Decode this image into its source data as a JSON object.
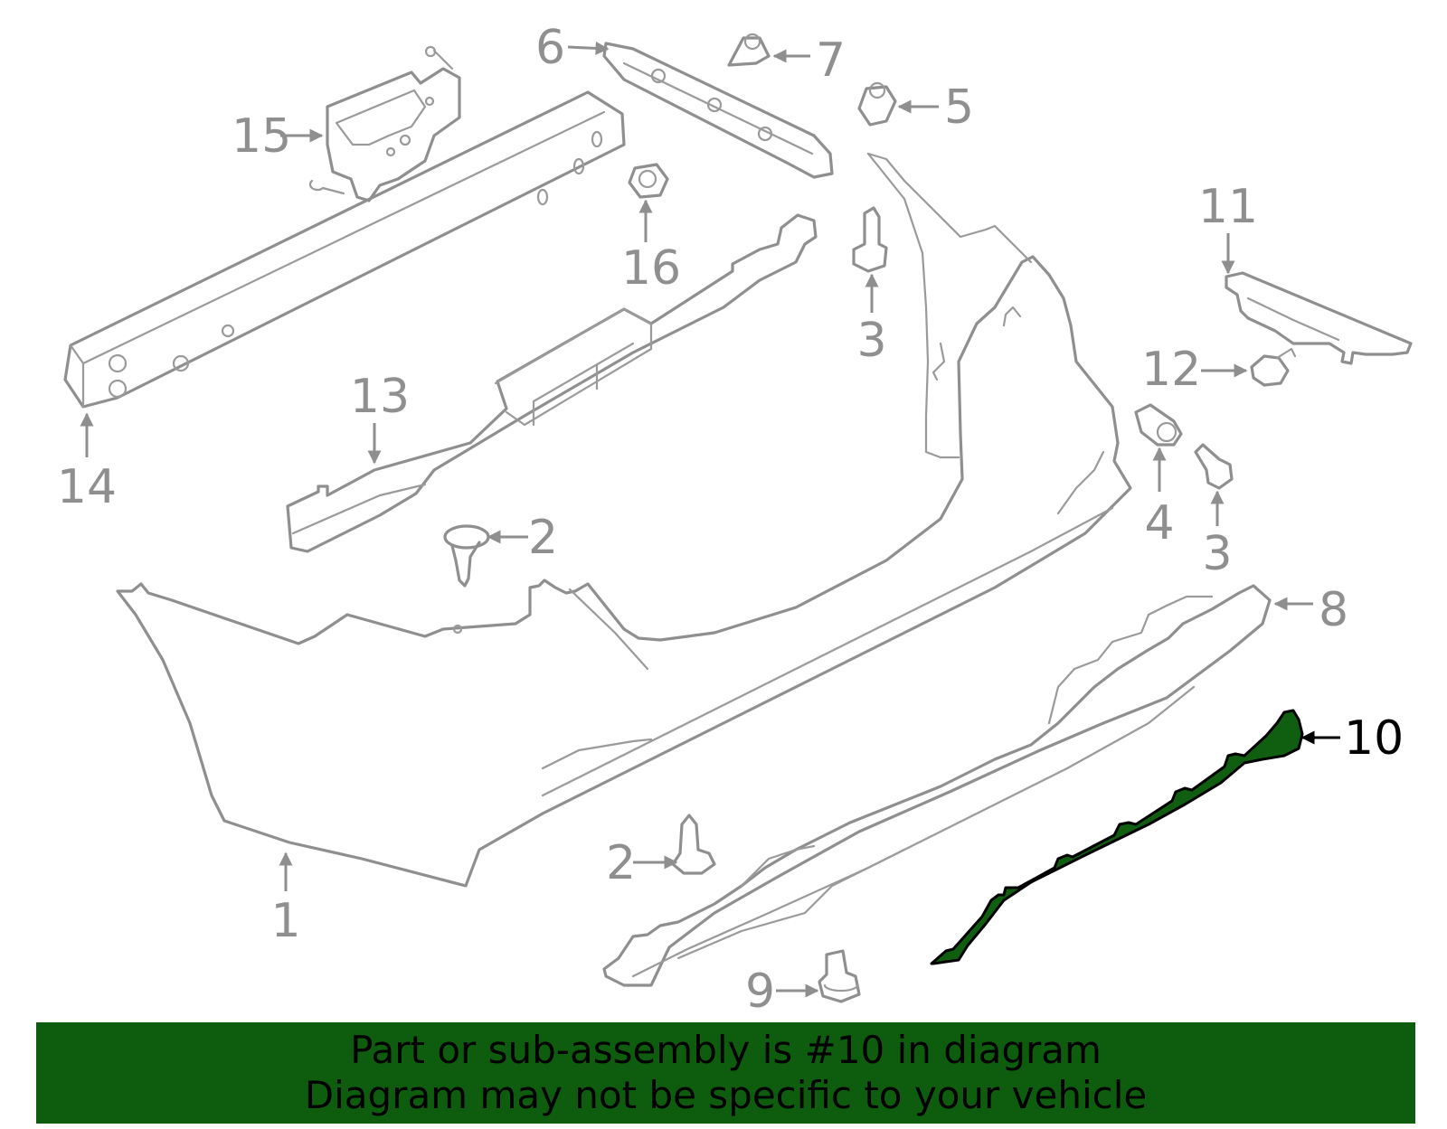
{
  "callouts": [
    {
      "id": "1",
      "text": "1",
      "highlighted": false
    },
    {
      "id": "2a",
      "text": "2",
      "highlighted": false
    },
    {
      "id": "2b",
      "text": "2",
      "highlighted": false
    },
    {
      "id": "3a",
      "text": "3",
      "highlighted": false
    },
    {
      "id": "3b",
      "text": "3",
      "highlighted": false
    },
    {
      "id": "4",
      "text": "4",
      "highlighted": false
    },
    {
      "id": "5",
      "text": "5",
      "highlighted": false
    },
    {
      "id": "6",
      "text": "6",
      "highlighted": false
    },
    {
      "id": "7",
      "text": "7",
      "highlighted": false
    },
    {
      "id": "8",
      "text": "8",
      "highlighted": false
    },
    {
      "id": "9",
      "text": "9",
      "highlighted": false
    },
    {
      "id": "10",
      "text": "10",
      "highlighted": true
    },
    {
      "id": "11",
      "text": "11",
      "highlighted": false
    },
    {
      "id": "12",
      "text": "12",
      "highlighted": false
    },
    {
      "id": "13",
      "text": "13",
      "highlighted": false
    },
    {
      "id": "14",
      "text": "14",
      "highlighted": false
    },
    {
      "id": "15",
      "text": "15",
      "highlighted": false
    },
    {
      "id": "16",
      "text": "16",
      "highlighted": false
    }
  ],
  "banner": {
    "line1": "Part or sub-assembly is #10 in diagram",
    "line2": "Diagram may not be specific to your vehicle"
  },
  "colors": {
    "highlight_fill": "#105f10",
    "banner_background": "#0e5c0e",
    "part_stroke": "#8f8f8f",
    "label_gray": "#8f8f8f",
    "label_highlight": "#000000"
  }
}
